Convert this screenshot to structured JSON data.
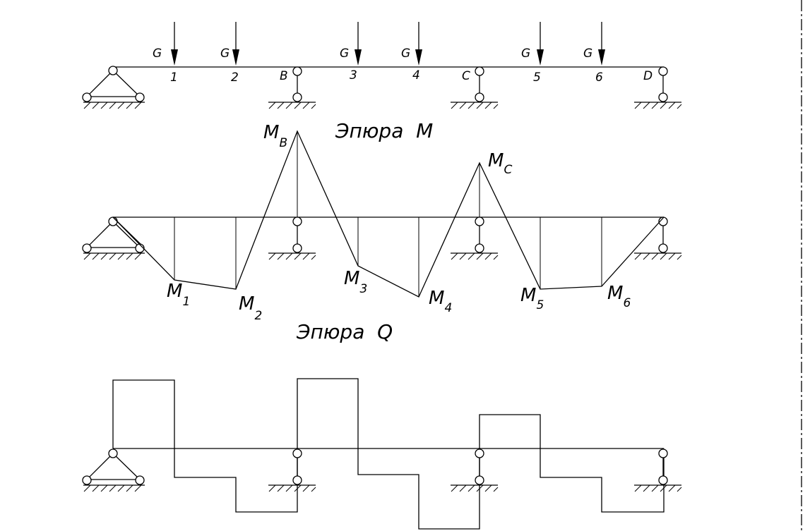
{
  "beam": {
    "load_label": "G",
    "points": [
      "1",
      "2",
      "B",
      "3",
      "4",
      "C",
      "5",
      "6",
      "D"
    ]
  },
  "moment_diagram": {
    "title": "Эпюра  M",
    "labels": [
      {
        "base": "M",
        "sub": "B"
      },
      {
        "base": "M",
        "sub": "C"
      },
      {
        "base": "M",
        "sub": "1"
      },
      {
        "base": "M",
        "sub": "2"
      },
      {
        "base": "M",
        "sub": "3"
      },
      {
        "base": "M",
        "sub": "4"
      },
      {
        "base": "M",
        "sub": "5"
      },
      {
        "base": "M",
        "sub": "6"
      }
    ]
  },
  "shear_diagram": {
    "title": "Эпюра  Q"
  }
}
